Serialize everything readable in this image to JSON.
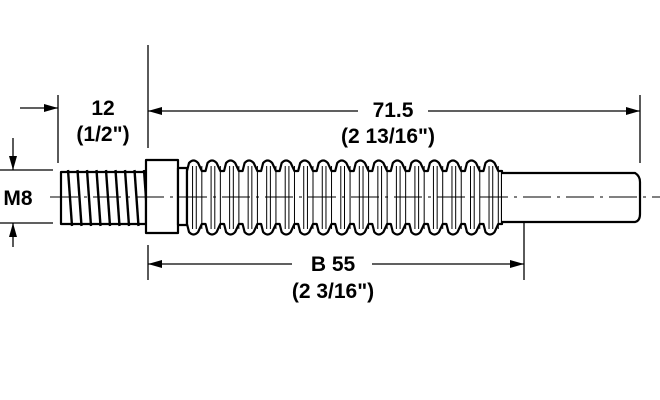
{
  "drawing": {
    "thread_length": {
      "value": "12",
      "imperial": "(1/2\")"
    },
    "overall_length": {
      "value": "71.5",
      "imperial": "(2 13/16\")"
    },
    "body_length": {
      "value": "B 55",
      "imperial": "(2 3/16\")"
    },
    "thread_size": "M8"
  }
}
